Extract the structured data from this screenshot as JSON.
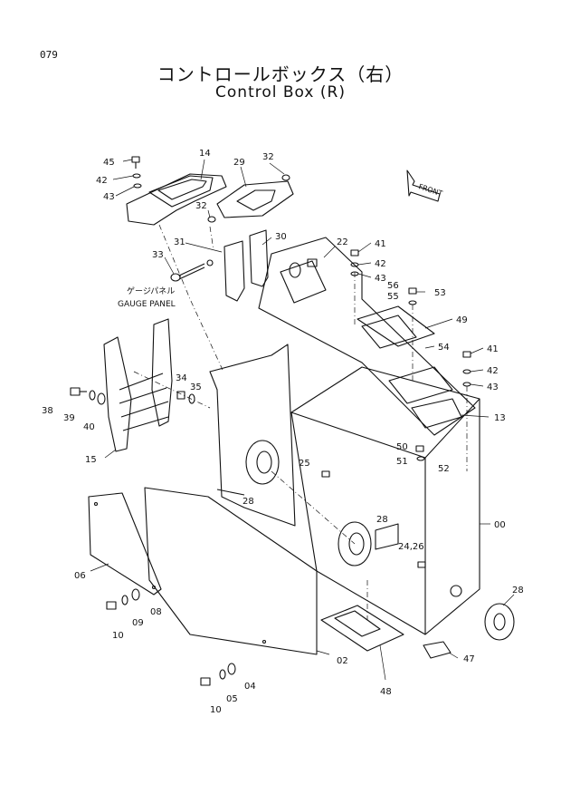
{
  "header": {
    "page_number": "079",
    "title_jp": "コントロールボックス（右）",
    "title_en": "Control Box (R)"
  },
  "diagram": {
    "front_label": "FRONT",
    "gauge_label_jp": "ゲージパネル",
    "gauge_label_en": "GAUGE PANEL",
    "callouts": [
      "45",
      "42",
      "43",
      "14",
      "29",
      "32",
      "32",
      "31",
      "33",
      "30",
      "22",
      "41",
      "42",
      "43",
      "56",
      "55",
      "53",
      "49",
      "54",
      "41",
      "42",
      "43",
      "13",
      "34",
      "35",
      "38",
      "39",
      "40",
      "15",
      "50",
      "51",
      "52",
      "25",
      "28",
      "28",
      "24,26",
      "00",
      "28",
      "06",
      "09",
      "08",
      "10",
      "02",
      "47",
      "48",
      "04",
      "05",
      "10"
    ]
  },
  "colors": {
    "ink": "#111111",
    "paper": "#ffffff"
  }
}
